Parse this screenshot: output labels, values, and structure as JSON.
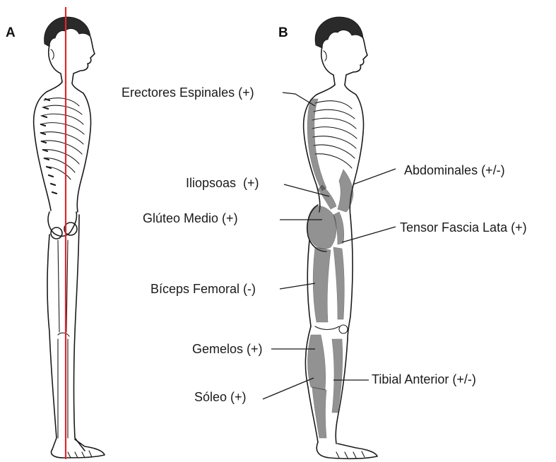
{
  "panels": [
    {
      "id": "A",
      "letter": "A"
    },
    {
      "id": "B",
      "letter": "B"
    }
  ],
  "plumb_line": {
    "color": "#e0282a"
  },
  "labels": [
    {
      "key": "erectores",
      "text": "Erectores Espinales (+)"
    },
    {
      "key": "iliopsoas",
      "text": "Iliopsoas  (+)"
    },
    {
      "key": "gluteo",
      "text": "Glúteo Medio (+)"
    },
    {
      "key": "biceps",
      "text": "Bíceps Femoral (-)"
    },
    {
      "key": "gemelos",
      "text": "Gemelos (+)"
    },
    {
      "key": "soleo",
      "text": "Sóleo (+)"
    },
    {
      "key": "abdominales",
      "text": "Abdominales (+/-)"
    },
    {
      "key": "tensor",
      "text": "Tensor Fascia Lata (+)"
    },
    {
      "key": "tibial",
      "text": "Tibial Anterior (+/-)"
    }
  ]
}
